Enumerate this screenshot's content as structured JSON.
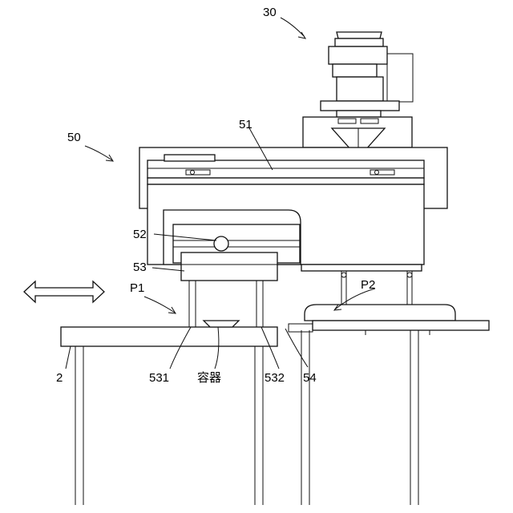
{
  "labels": {
    "l30": "30",
    "l50": "50",
    "l51": "51",
    "l52": "52",
    "l53": "53",
    "lP1": "P1",
    "lP2": "P2",
    "l2": "2",
    "l531": "531",
    "container": "容器",
    "l532": "532",
    "l54": "54"
  }
}
